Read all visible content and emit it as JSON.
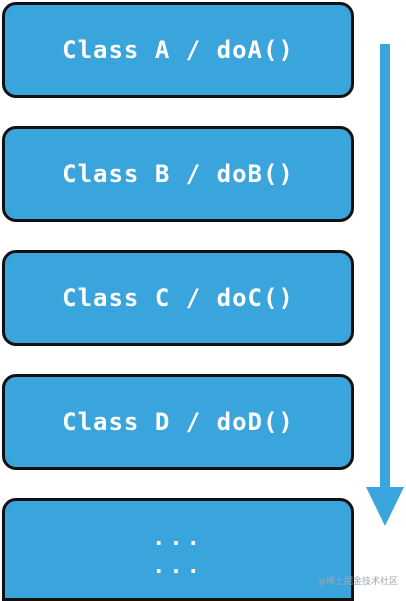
{
  "steps": [
    "Class A / doA()",
    "Class B / doB()",
    "Class C / doC()",
    "Class D / doD()"
  ],
  "continuation": {
    "line1": "...",
    "line2": "..."
  },
  "watermark": "@稀土掘金技术社区",
  "colors": {
    "box_fill": "#3aa4dc",
    "box_border": "#111111",
    "arrow": "#3aa4dc",
    "text": "#ffffff"
  },
  "icons": {
    "flow_arrow": "arrow-down-icon"
  }
}
